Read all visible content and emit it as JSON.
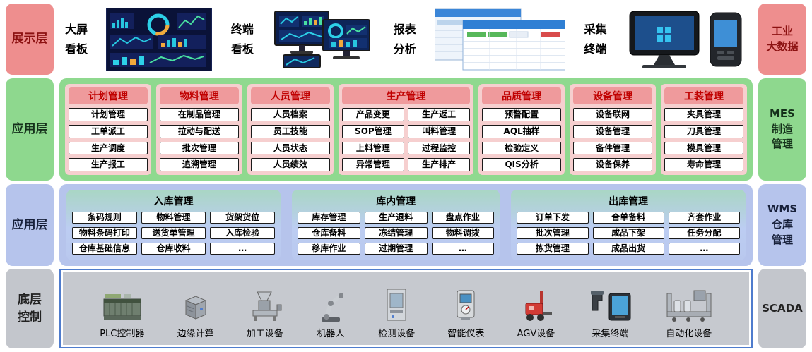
{
  "colors": {
    "display_accent": "#ee8e8e",
    "mes_accent": "#8ed88e",
    "wms_accent": "#b6c4ec",
    "scada_accent": "#c6c9cf",
    "module_header": "#ef9a9c",
    "module_header_text": "#c00000",
    "scada_border": "#4f7ccd"
  },
  "display_layer": {
    "side_label": "展示层",
    "right_label": "工业\n大数据",
    "labels": [
      "大屏\n看板",
      "终端\n看板",
      "报表\n分析",
      "采集\n终端"
    ]
  },
  "mes_layer": {
    "side_label": "应用层",
    "right_label": "MES\n制造\n管理",
    "modules": [
      {
        "title": "计划管理",
        "items": [
          "计划管理",
          "工单派工",
          "生产调度",
          "生产报工"
        ]
      },
      {
        "title": "物料管理",
        "items": [
          "在制品管理",
          "拉动与配送",
          "批次管理",
          "追溯管理"
        ]
      },
      {
        "title": "人员管理",
        "items": [
          "人员档案",
          "员工技能",
          "人员状态",
          "人员绩效"
        ]
      },
      {
        "title": "生产管理",
        "items": [
          "产品变更",
          "生产返工",
          "SOP管理",
          "叫料管理",
          "上料管理",
          "过程监控",
          "异常管理",
          "生产排产"
        ]
      },
      {
        "title": "品质管理",
        "items": [
          "预警配置",
          "AQL抽样",
          "检验定义",
          "QIS分析"
        ]
      },
      {
        "title": "设备管理",
        "items": [
          "设备联网",
          "设备管理",
          "备件管理",
          "设备保养"
        ]
      },
      {
        "title": "工装管理",
        "items": [
          "夹具管理",
          "刀具管理",
          "模具管理",
          "寿命管理"
        ]
      }
    ]
  },
  "wms_layer": {
    "side_label": "应用层",
    "right_label": "WMS\n仓库\n管理",
    "sections": [
      {
        "title": "入库管理",
        "items": [
          "条码规则",
          "物料管理",
          "货架货位",
          "物料条码打印",
          "送货单管理",
          "入库检验",
          "仓库基础信息",
          "仓库收料",
          "…"
        ]
      },
      {
        "title": "库内管理",
        "items": [
          "库存管理",
          "生产退料",
          "盘点作业",
          "仓库备料",
          "冻结管理",
          "物料调拨",
          "移库作业",
          "过期管理",
          "…"
        ]
      },
      {
        "title": "出库管理",
        "items": [
          "订单下发",
          "合单备料",
          "齐套作业",
          "批次管理",
          "成品下架",
          "任务分配",
          "拣货管理",
          "成品出货",
          "…"
        ]
      }
    ]
  },
  "scada_layer": {
    "side_label": "底层\n控制",
    "right_label": "SCADA",
    "devices": [
      {
        "label": "PLC控制器"
      },
      {
        "label": "边缘计算"
      },
      {
        "label": "加工设备"
      },
      {
        "label": "机器人"
      },
      {
        "label": "检测设备"
      },
      {
        "label": "智能仪表"
      },
      {
        "label": "AGV设备"
      },
      {
        "label": "采集终端"
      },
      {
        "label": "自动化设备"
      }
    ]
  }
}
